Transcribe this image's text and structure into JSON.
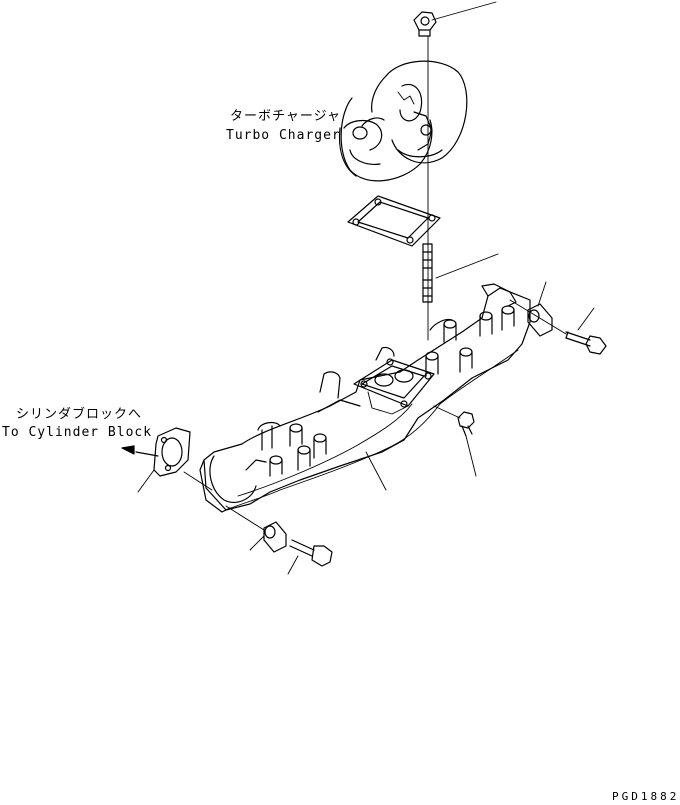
{
  "labels": {
    "turbo_jp": "ターボチャージャ",
    "turbo_en": "Turbo Charger",
    "cyl_jp": "シリンダブロックへ",
    "cyl_en": "To Cylinder Block"
  },
  "drawing_code": "PGD1882",
  "colors": {
    "line": "#000000",
    "paper": "#ffffff"
  }
}
